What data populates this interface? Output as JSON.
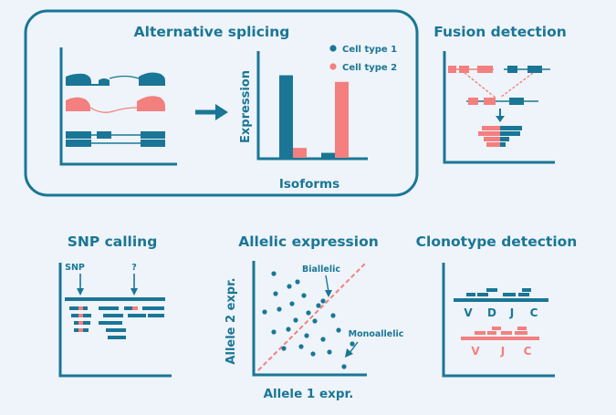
{
  "colors": {
    "teal": "#1a7696",
    "pink": "#f47f7f",
    "background": "#eef4f9"
  },
  "panels": {
    "alternative_splicing": {
      "title": "Alternative splicing",
      "y_label": "Expression",
      "x_label": "Isoforms",
      "legend": [
        {
          "label": "Cell type 1",
          "color": "#1a7696"
        },
        {
          "label": "Cell type 2",
          "color": "#f47f7f"
        }
      ]
    },
    "fusion_detection": {
      "title": "Fusion detection"
    },
    "snp_calling": {
      "title": "SNP calling",
      "snp_label": "SNP",
      "unknown_label": "?"
    },
    "allelic_expression": {
      "title": "Allelic expression",
      "x_label": "Allele 1 expr.",
      "y_label": "Allele 2 expr.",
      "biallelic_label": "Biallelic",
      "monoallelic_label": "Monoallelic"
    },
    "clonotype_detection": {
      "title": "Clonotype detection",
      "teal_segments": [
        "V",
        "D",
        "J",
        "C"
      ],
      "pink_segments": [
        "V",
        "J",
        "C"
      ]
    }
  },
  "chart_data": {
    "type": "bar",
    "categories": [
      "",
      ""
    ],
    "series": [
      {
        "name": "Cell type 1",
        "values": [
          1.0,
          0.06
        ]
      },
      {
        "name": "Cell type 2",
        "values": [
          0.12,
          0.92
        ]
      }
    ],
    "xlabel": "Isoforms",
    "ylabel": "Expression",
    "ylim": [
      0,
      1.05
    ],
    "legend": "top-right"
  }
}
